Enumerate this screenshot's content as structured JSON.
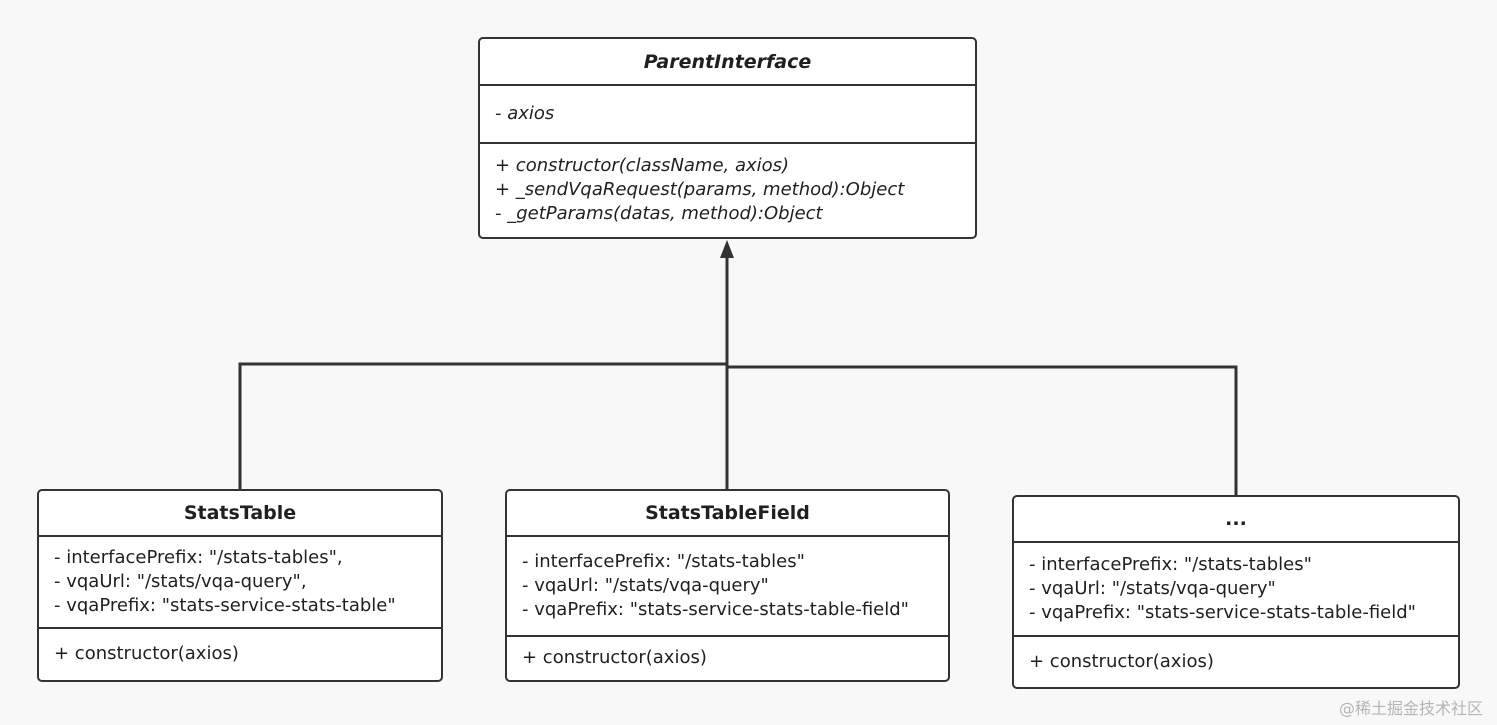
{
  "classes": {
    "parent": {
      "name": "ParentInterface",
      "attributes": [
        "- axios"
      ],
      "methods": [
        "+ constructor(className, axios)",
        "+ _sendVqaRequest(params, method):Object",
        "- _getParams(datas, method):Object"
      ]
    },
    "stats_table": {
      "name": "StatsTable",
      "attributes": [
        "- interfacePrefix: \"/stats-tables\",",
        "- vqaUrl: \"/stats/vqa-query\",",
        "- vqaPrefix: \"stats-service-stats-table\""
      ],
      "methods": [
        "+ constructor(axios)"
      ]
    },
    "stats_table_field": {
      "name": "StatsTableField",
      "attributes": [
        "- interfacePrefix: \"/stats-tables\"",
        "- vqaUrl: \"/stats/vqa-query\"",
        "- vqaPrefix: \"stats-service-stats-table-field\""
      ],
      "methods": [
        "+ constructor(axios)"
      ]
    },
    "more": {
      "name": "...",
      "attributes": [
        "- interfacePrefix: \"/stats-tables\"",
        "- vqaUrl: \"/stats/vqa-query\"",
        "- vqaPrefix: \"stats-service-stats-table-field\""
      ],
      "methods": [
        "+ constructor(axios)"
      ]
    }
  },
  "watermark": "@稀土掘金技术社区",
  "colors": {
    "line": "#333333",
    "box_fill": "#ffffff",
    "background": "#f8f8f8"
  }
}
